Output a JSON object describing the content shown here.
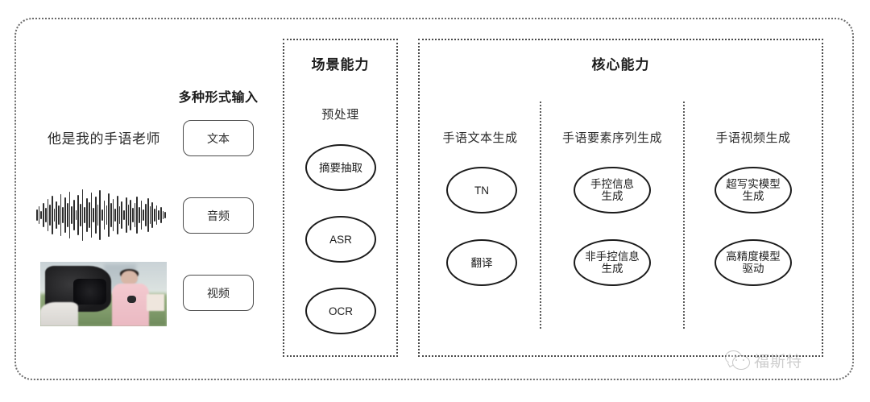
{
  "diagram": {
    "watermark": {
      "text": "福斯特",
      "icon": "wechat-icon"
    },
    "input_section": {
      "header": "多种形式输入",
      "rows": [
        {
          "sample_text": "他是我的手语老师",
          "media": "text",
          "box_label": "文本"
        },
        {
          "sample_text": "",
          "media": "audio-waveform",
          "box_label": "音频"
        },
        {
          "sample_text": "",
          "media": "video-thumbnail",
          "box_label": "视频"
        }
      ]
    },
    "scene_capability": {
      "title": "场景能力",
      "subtitle": "预处理",
      "nodes": [
        "摘要抽取",
        "ASR",
        "OCR"
      ]
    },
    "core_capability": {
      "title": "核心能力",
      "columns": [
        {
          "label": "手语文本生成",
          "nodes": [
            "TN",
            "翻译"
          ]
        },
        {
          "label": "手语要素序列生成",
          "nodes": [
            "手控信息\n生成",
            "非手控信息\n生成"
          ]
        },
        {
          "label": "手语视频生成",
          "nodes": [
            "超写实模型\n生成",
            "高精度模型\n驱动"
          ]
        }
      ]
    }
  },
  "colors": {
    "frame": "#6b6b6b",
    "box_border": "#4a4a4a",
    "node_border": "#1b1b1b",
    "text": "#2b2b2b",
    "watermark": "#8a8a8a"
  }
}
